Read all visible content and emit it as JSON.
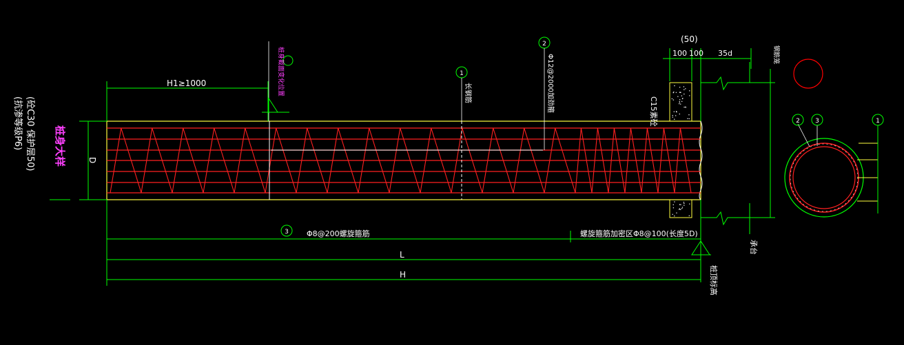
{
  "colors": {
    "background": "#000000",
    "dimension": "#00ff00",
    "rebar": "#ff2020",
    "outline": "#ffff40",
    "text": "#ffffff",
    "annotation": "#ff40ff",
    "circle_red": "#ff0000"
  },
  "title": {
    "main": "桩身大样",
    "concrete": "(砼C30  保护层50)",
    "impermeability": "(抗渗等级P6)"
  },
  "labels": {
    "h1": "H1≥1000",
    "d": "D",
    "length_l": "L",
    "length_h": "H",
    "spiral": "Φ8@200螺旋箍筋",
    "spiral_dense": "螺旋箍筋加密区Φ8@100(长度5D)",
    "longitudinal": "长钢筋",
    "stiffener": "Φ12@2000加劲箍",
    "top_seat": "承台",
    "pile_top": "桩顶标高",
    "c15": "C15素砼",
    "dim_50": "(50)",
    "dim_100a": "100",
    "dim_100b": "100",
    "dim_35d": "35d",
    "section_note": "钢筋笼",
    "upper_note": "桩身截面变化位置"
  },
  "markers": {
    "m1": "1",
    "m2": "2",
    "m3": "3"
  }
}
